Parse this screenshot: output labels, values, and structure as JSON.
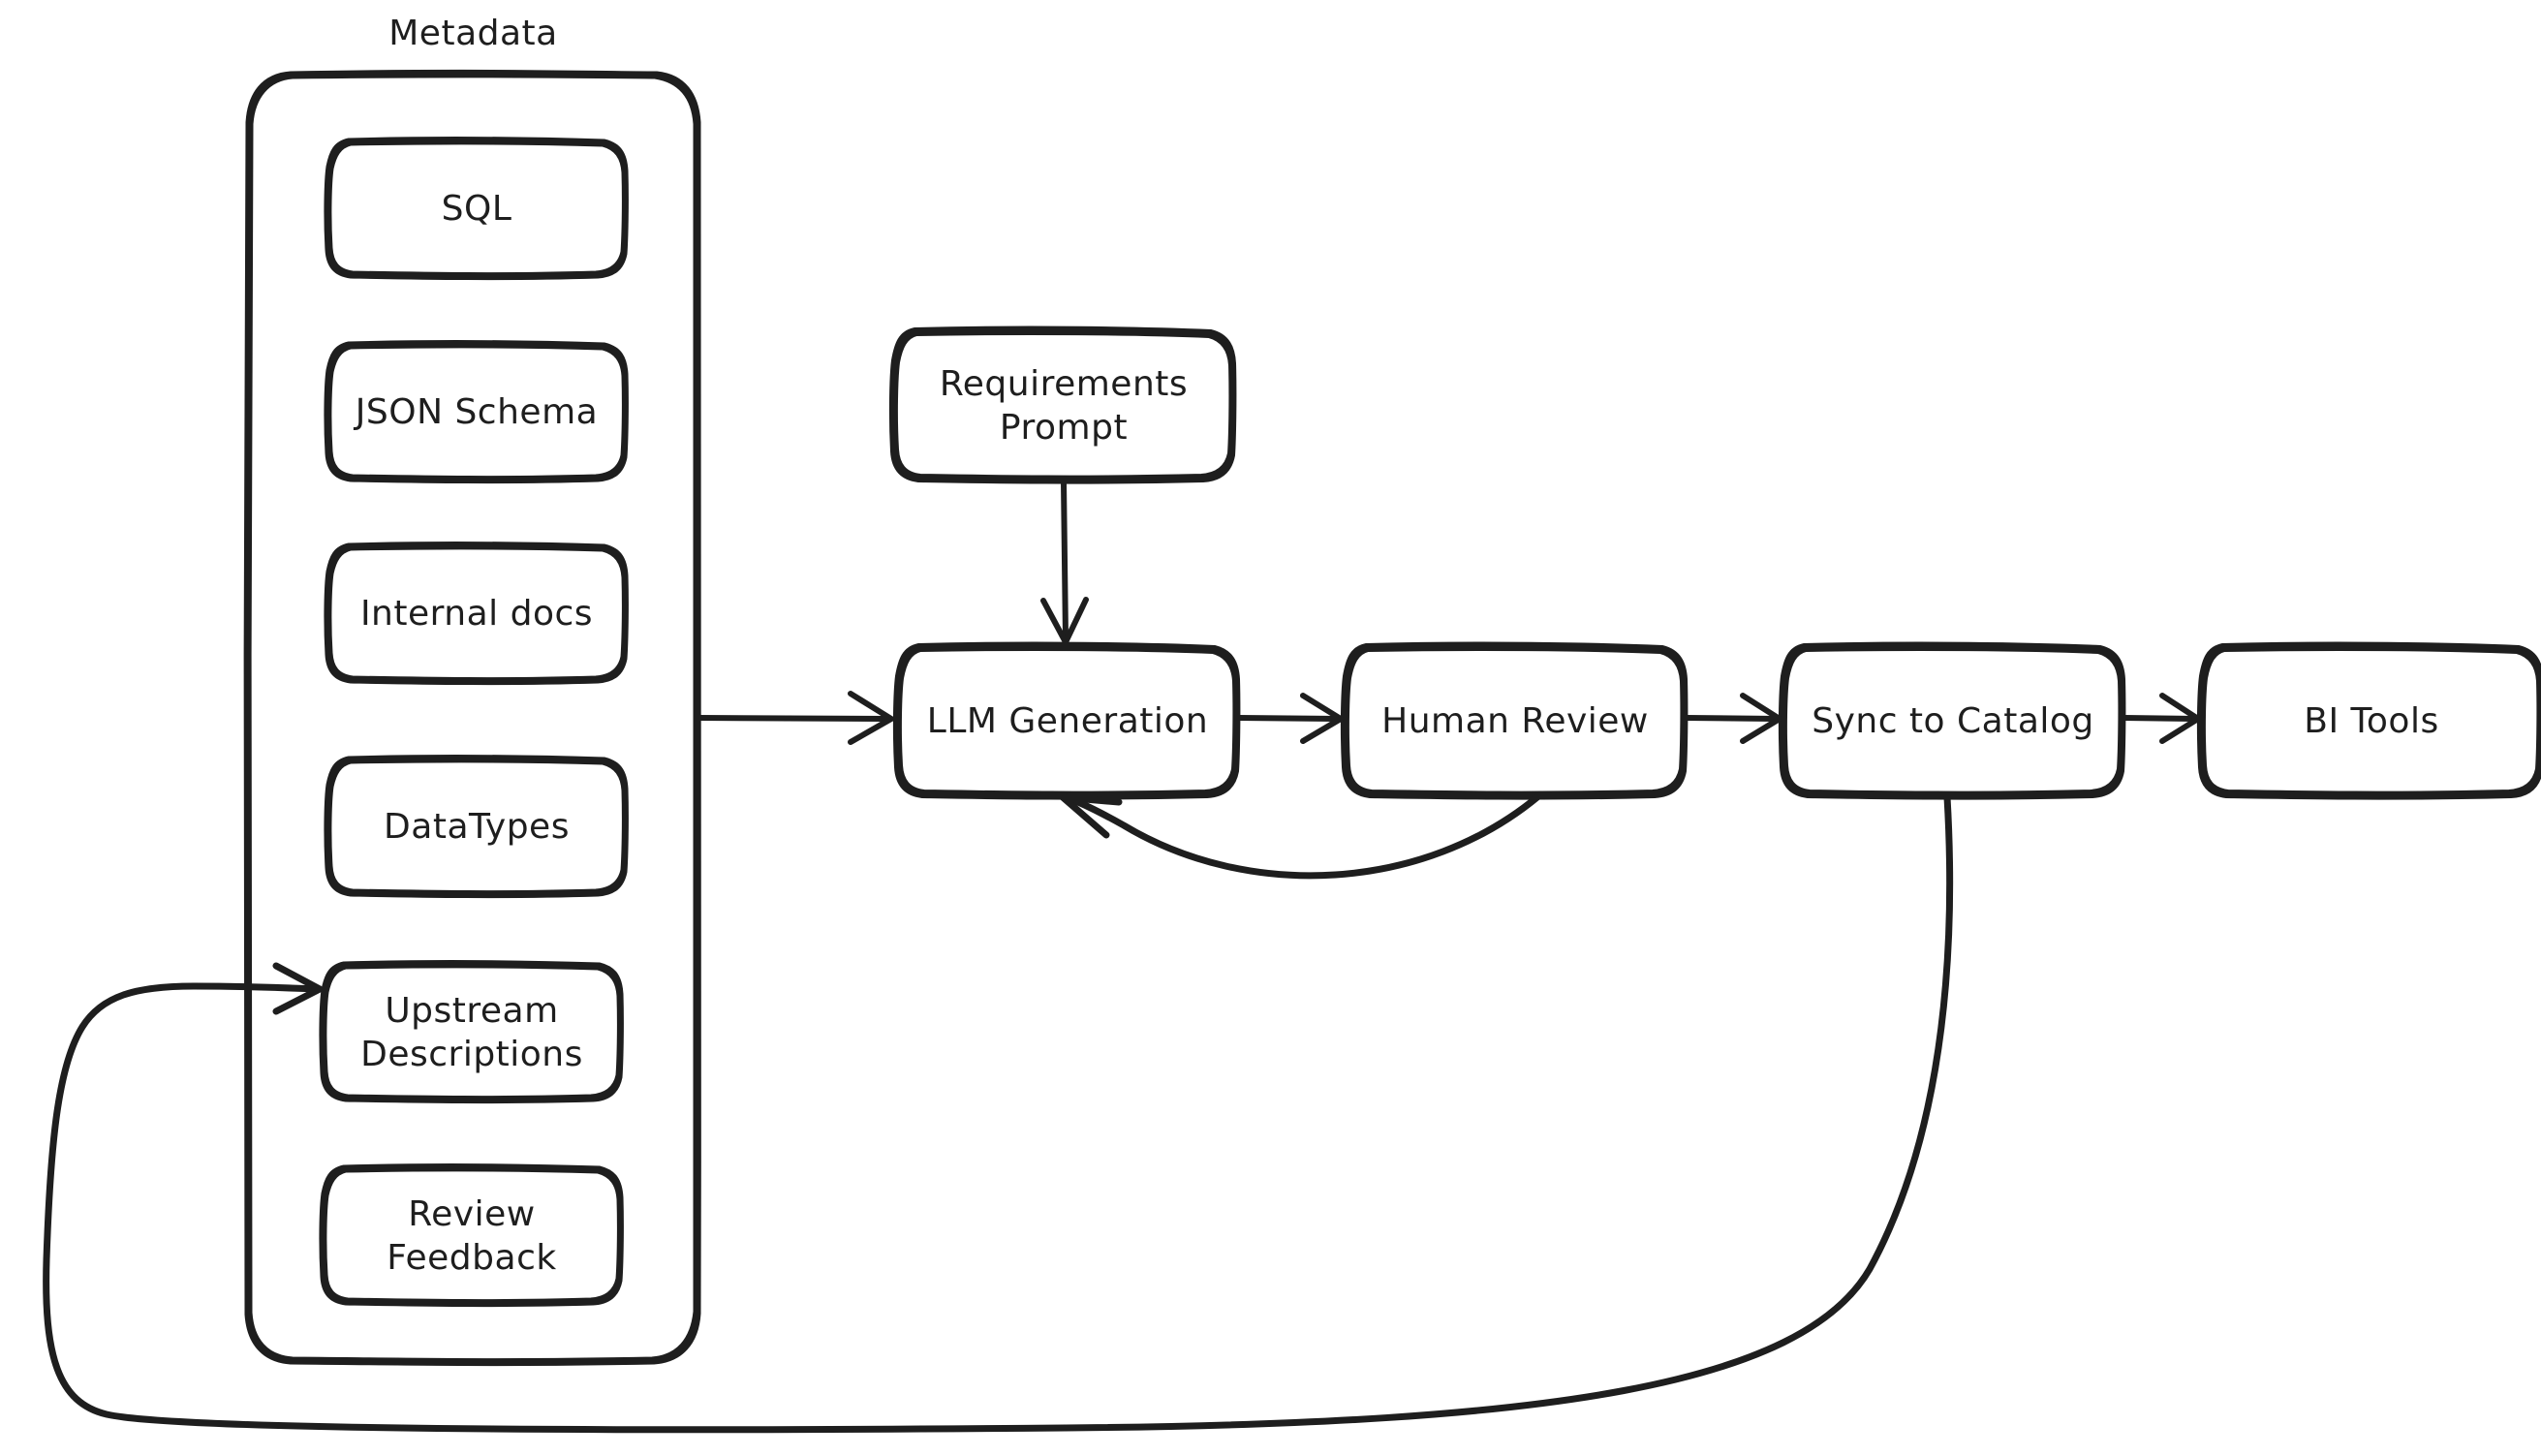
{
  "diagram": {
    "title_visible": false,
    "style": "hand-drawn sketch (excalidraw-like)",
    "stroke_color": "#1e1e1e",
    "background_color": "#ffffff",
    "groups": [
      {
        "id": "metadata-group",
        "label": "Metadata",
        "items": [
          {
            "id": "sql",
            "label": "SQL"
          },
          {
            "id": "json-schema",
            "label": "JSON Schema"
          },
          {
            "id": "internal-docs",
            "label": "Internal docs"
          },
          {
            "id": "datatypes",
            "label": "DataTypes"
          },
          {
            "id": "upstream-descriptions",
            "label": "Upstream\nDescriptions"
          },
          {
            "id": "review-feedback",
            "label": "Review\nFeedback"
          }
        ]
      }
    ],
    "nodes": [
      {
        "id": "requirements-prompt",
        "label": "Requirements\nPrompt"
      },
      {
        "id": "llm-generation",
        "label": "LLM Generation"
      },
      {
        "id": "human-review",
        "label": "Human Review"
      },
      {
        "id": "sync-to-catalog",
        "label": "Sync to Catalog"
      },
      {
        "id": "bi-tools",
        "label": "BI Tools"
      }
    ],
    "edges": [
      {
        "id": "metadata-to-llm",
        "from": "metadata-group",
        "to": "llm-generation",
        "label": "",
        "arrow": true
      },
      {
        "id": "requirements-to-llm",
        "from": "requirements-prompt",
        "to": "llm-generation",
        "label": "",
        "arrow": true
      },
      {
        "id": "llm-to-review",
        "from": "llm-generation",
        "to": "human-review",
        "label": "",
        "arrow": true
      },
      {
        "id": "review-to-sync",
        "from": "human-review",
        "to": "sync-to-catalog",
        "label": "",
        "arrow": true
      },
      {
        "id": "sync-to-bi",
        "from": "sync-to-catalog",
        "to": "bi-tools",
        "label": "",
        "arrow": true
      },
      {
        "id": "review-feedback-loop",
        "from": "human-review",
        "to": "llm-generation",
        "label": "",
        "arrow": true
      },
      {
        "id": "catalog-to-upstream-loop",
        "from": "sync-to-catalog",
        "to": "upstream-descriptions",
        "label": "",
        "arrow": true
      }
    ]
  }
}
